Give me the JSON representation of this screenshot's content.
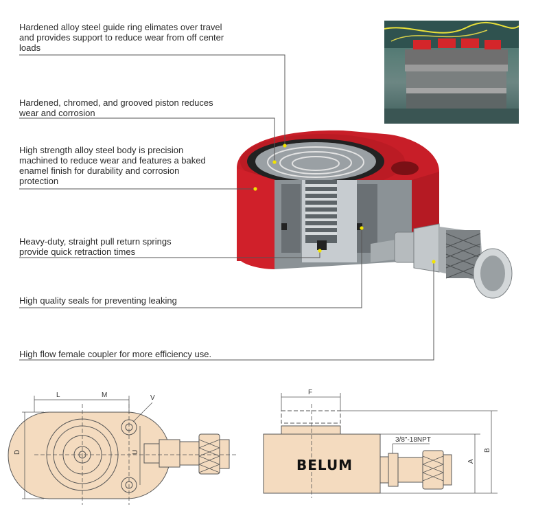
{
  "features": [
    {
      "id": "guide-ring",
      "lines": [
        "Hardened alloy steel guide ring elimates over travel",
        "and provides support to reduce wear from off center",
        "loads"
      ]
    },
    {
      "id": "piston",
      "lines": [
        "Hardened, chromed, and grooved piston reduces",
        "wear and corrosion"
      ]
    },
    {
      "id": "body",
      "lines": [
        "High strength alloy steel body is precision",
        "machined to reduce wear and features a baked",
        "enamel finish for durability and corrosion",
        "protection"
      ]
    },
    {
      "id": "springs",
      "lines": [
        "Heavy-duty, straight pull return springs",
        "provide quick retraction times"
      ]
    },
    {
      "id": "seals",
      "lines": [
        "High quality seals for preventing leaking"
      ]
    },
    {
      "id": "coupler",
      "lines": [
        "High flow female coupler for more efficiency use."
      ]
    }
  ],
  "dimensions": {
    "top_view": {
      "L": "L",
      "M": "M",
      "V": "V",
      "D": "D",
      "U": "U"
    },
    "side_view": {
      "F": "F",
      "A": "A",
      "B": "B",
      "thread": "3/8\"-18NPT",
      "brand": "BELUM"
    }
  },
  "colors": {
    "body_red": "#d0202a",
    "outline_tan": "#f3d9b8",
    "leader": "#555555",
    "dot": "#f2e400"
  }
}
